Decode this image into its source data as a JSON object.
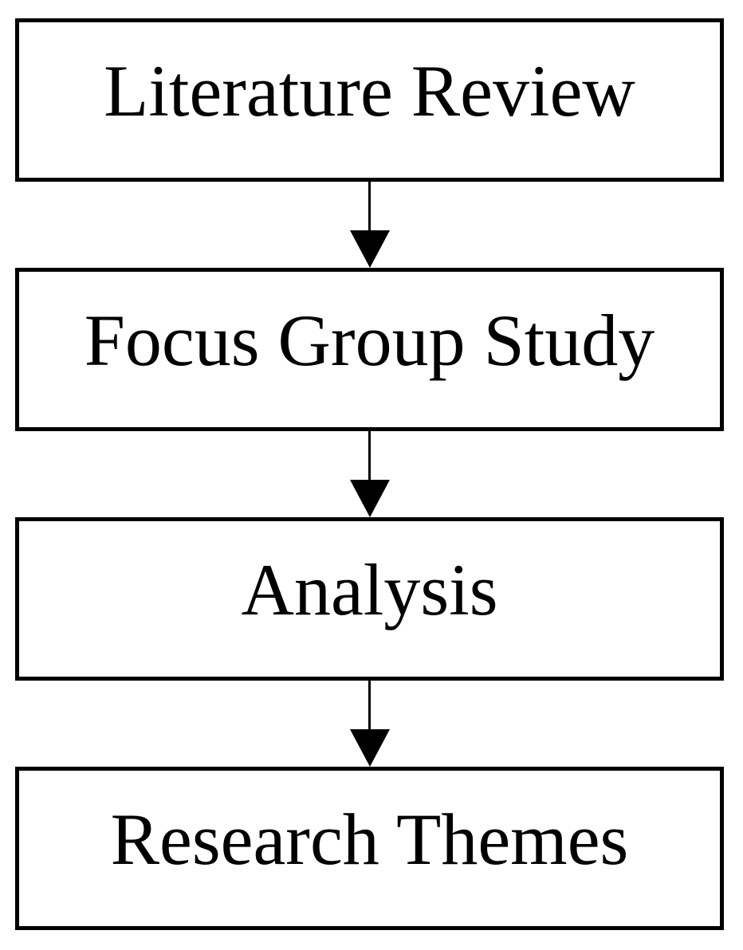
{
  "diagram": {
    "type": "flowchart",
    "direction": "top-down",
    "nodes": [
      {
        "id": "literature-review",
        "label": "Literature Review"
      },
      {
        "id": "focus-group-study",
        "label": "Focus Group Study"
      },
      {
        "id": "analysis",
        "label": "Analysis"
      },
      {
        "id": "research-themes",
        "label": "Research Themes"
      }
    ],
    "edges": [
      {
        "from": "literature-review",
        "to": "focus-group-study",
        "style": "solid-arrow-down"
      },
      {
        "from": "focus-group-study",
        "to": "analysis",
        "style": "solid-arrow-down"
      },
      {
        "from": "analysis",
        "to": "research-themes",
        "style": "solid-arrow-down"
      }
    ],
    "colors": {
      "background": "#ffffff",
      "box_fill": "#ffffff",
      "box_border": "#000000",
      "text": "#000000",
      "arrow": "#000000"
    }
  }
}
